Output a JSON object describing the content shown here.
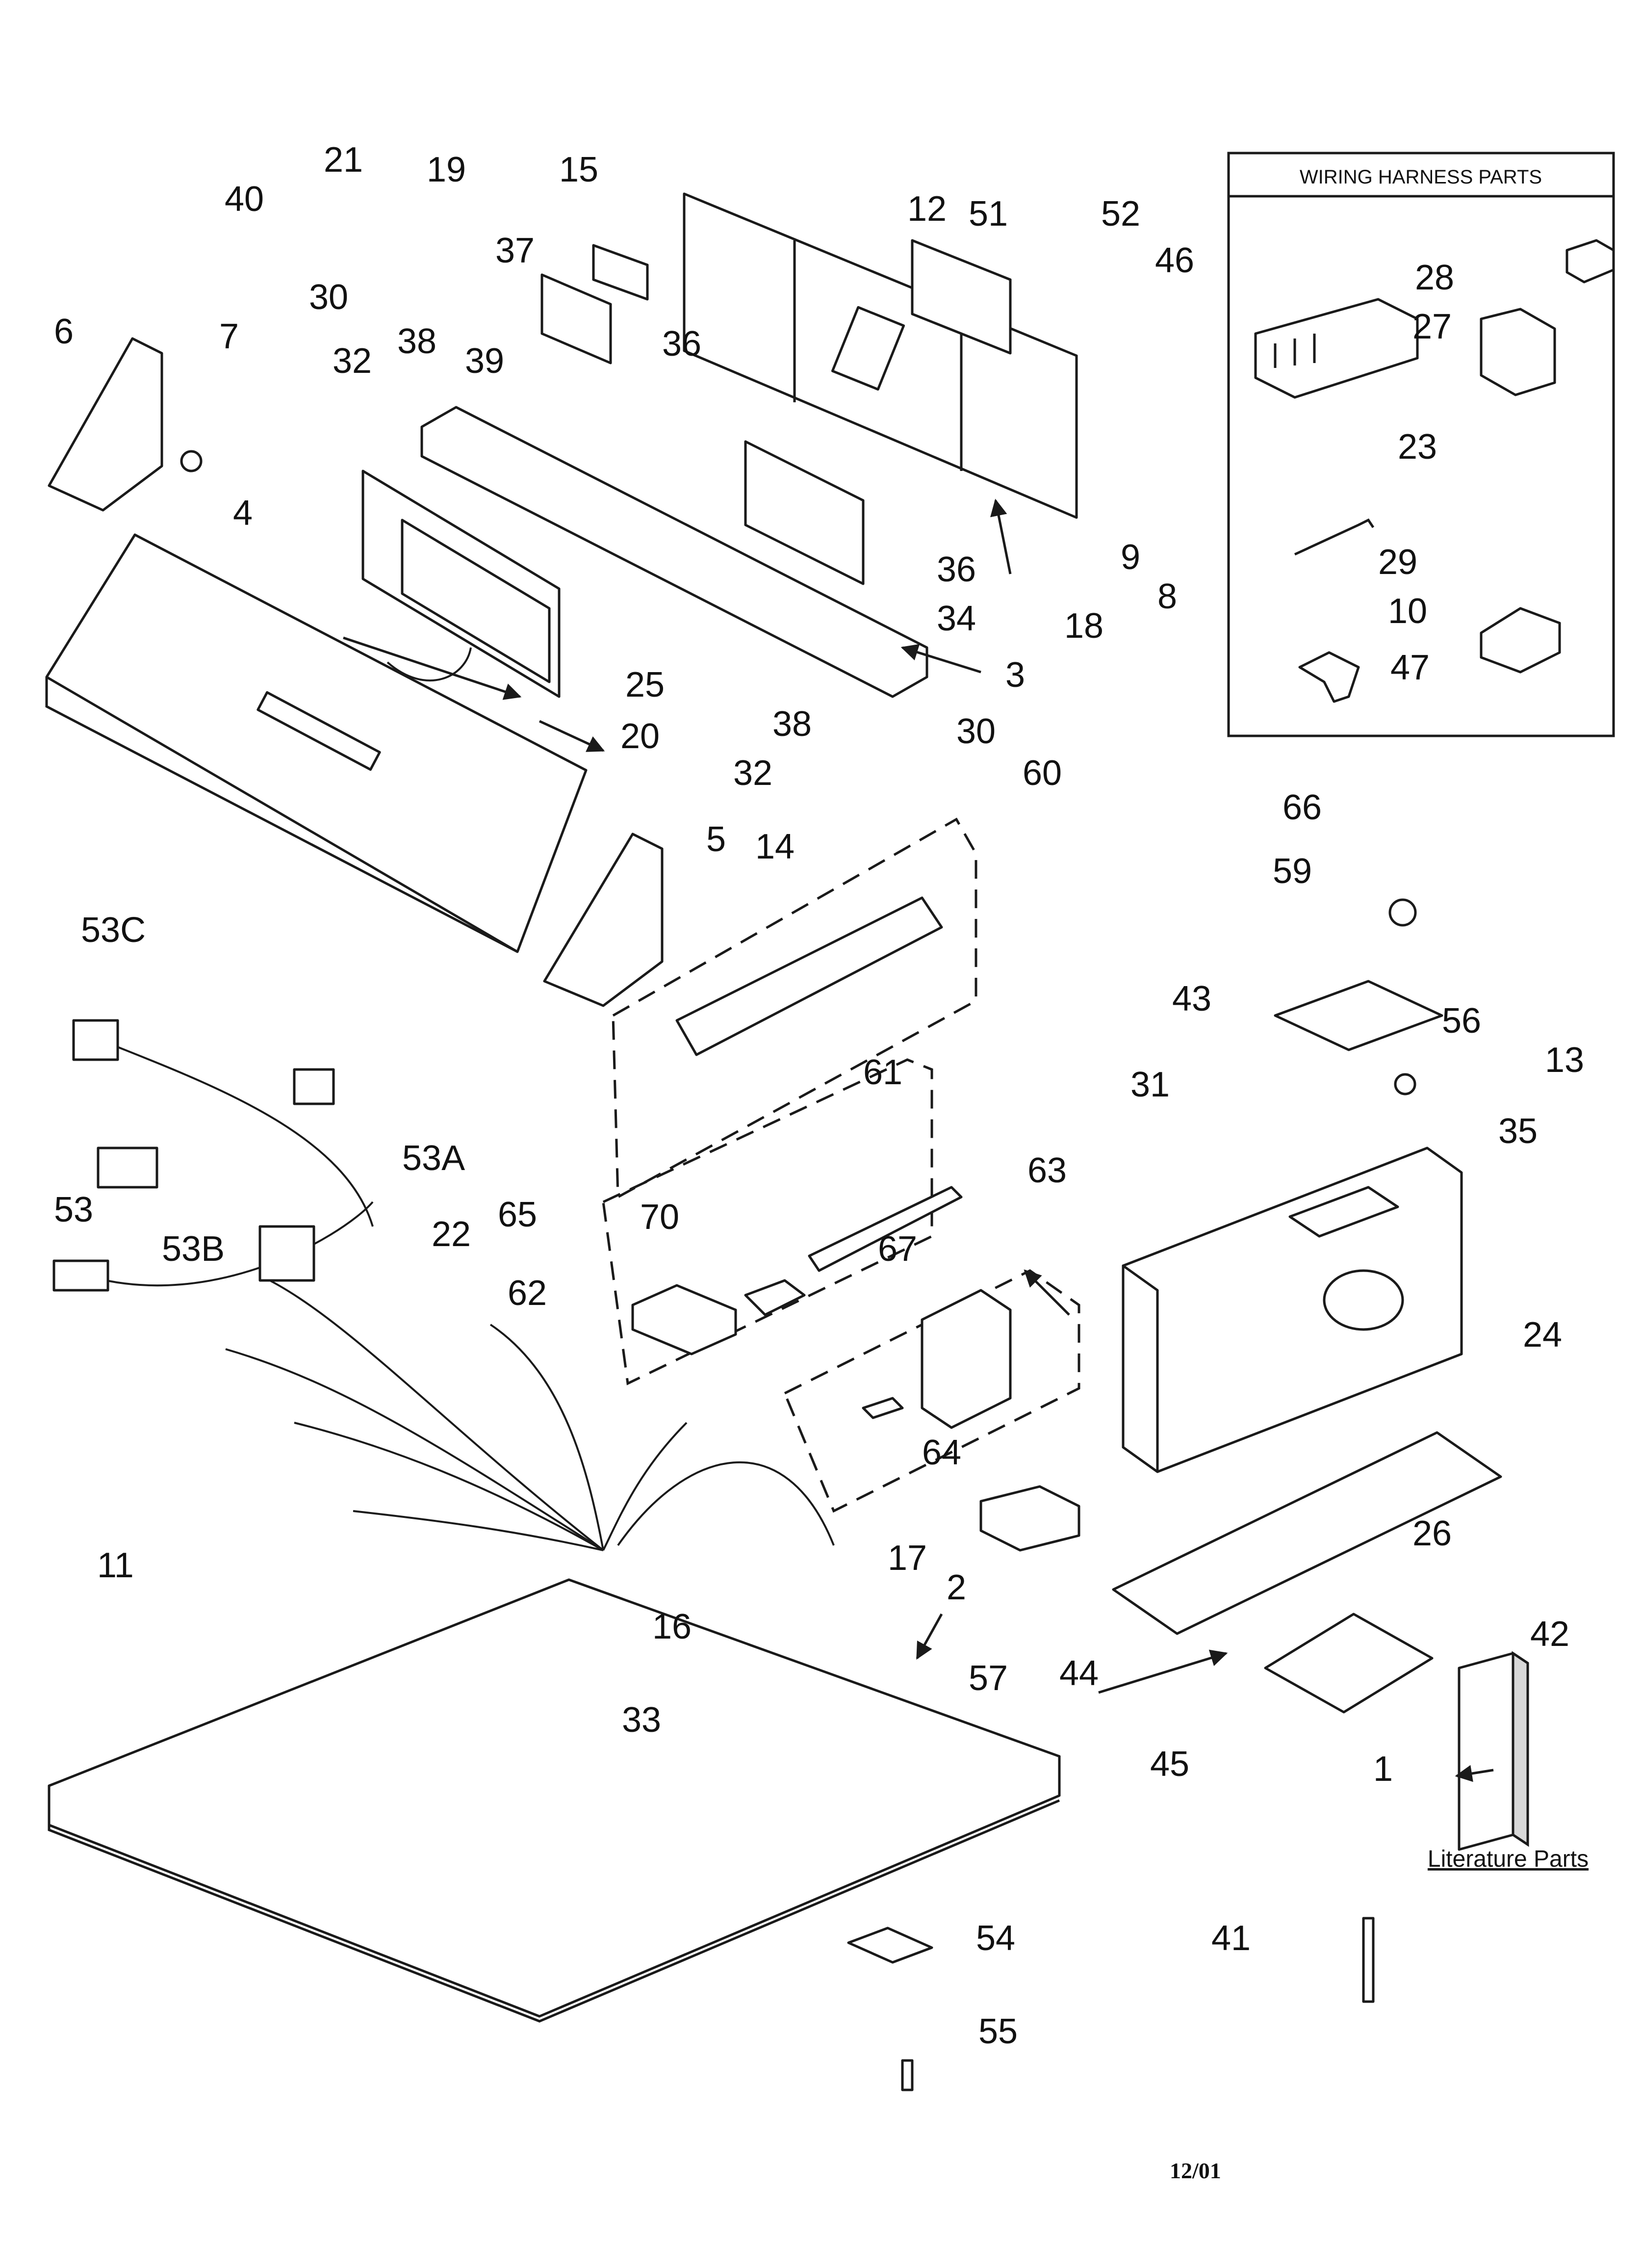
{
  "harness_box": {
    "title": "WIRING HARNESS PARTS"
  },
  "literature": {
    "label": "Literature Parts"
  },
  "date_code": "12/01",
  "callouts": {
    "c1": "1",
    "c2": "2",
    "c3": "3",
    "c4": "4",
    "c5": "5",
    "c6": "6",
    "c7": "7",
    "c8": "8",
    "c9": "9",
    "c10": "10",
    "c11": "11",
    "c12": "12",
    "c13": "13",
    "c14": "14",
    "c15": "15",
    "c16": "16",
    "c17": "17",
    "c18": "18",
    "c19": "19",
    "c20": "20",
    "c21": "21",
    "c22": "22",
    "c23": "23",
    "c24": "24",
    "c25": "25",
    "c26": "26",
    "c27": "27",
    "c28": "28",
    "c29": "29",
    "c30a": "30",
    "c30b": "30",
    "c31": "31",
    "c32a": "32",
    "c32b": "32",
    "c33": "33",
    "c34": "34",
    "c35": "35",
    "c36a": "36",
    "c36b": "36",
    "c37": "37",
    "c38a": "38",
    "c38b": "38",
    "c39": "39",
    "c40": "40",
    "c41": "41",
    "c42": "42",
    "c43": "43",
    "c44": "44",
    "c45": "45",
    "c46": "46",
    "c47": "47",
    "c51": "51",
    "c52": "52",
    "c53": "53",
    "c53A": "53A",
    "c53B": "53B",
    "c53C": "53C",
    "c54": "54",
    "c55": "55",
    "c56": "56",
    "c57": "57",
    "c59": "59",
    "c60": "60",
    "c61": "61",
    "c62": "62",
    "c63": "63",
    "c64": "64",
    "c65": "65",
    "c66": "66",
    "c67": "67",
    "c70": "70"
  }
}
